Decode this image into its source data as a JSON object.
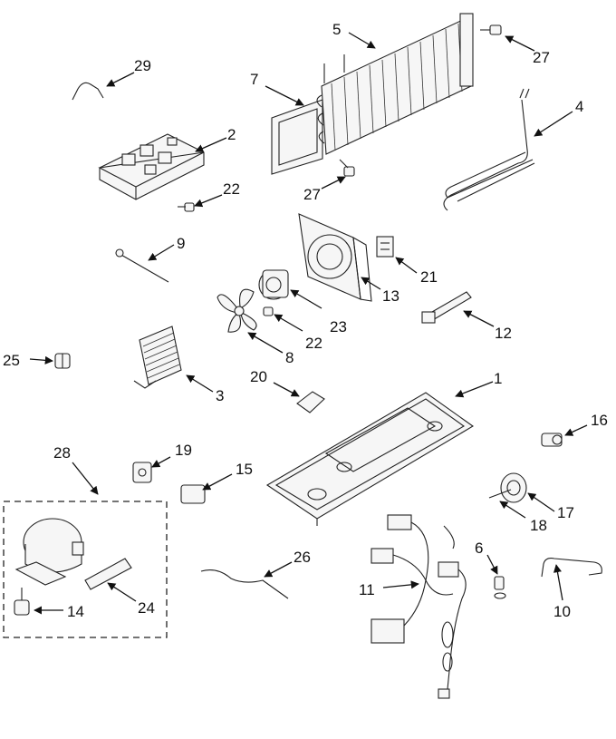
{
  "callouts": [
    {
      "id": "c1",
      "label": "1"
    },
    {
      "id": "c2",
      "label": "2"
    },
    {
      "id": "c3",
      "label": "3"
    },
    {
      "id": "c4",
      "label": "4"
    },
    {
      "id": "c5",
      "label": "5"
    },
    {
      "id": "c6",
      "label": "6"
    },
    {
      "id": "c7",
      "label": "7"
    },
    {
      "id": "c8",
      "label": "8"
    },
    {
      "id": "c9",
      "label": "9"
    },
    {
      "id": "c10",
      "label": "10"
    },
    {
      "id": "c11",
      "label": "11"
    },
    {
      "id": "c12",
      "label": "12"
    },
    {
      "id": "c13",
      "label": "13"
    },
    {
      "id": "c14",
      "label": "14"
    },
    {
      "id": "c15",
      "label": "15"
    },
    {
      "id": "c16",
      "label": "16"
    },
    {
      "id": "c17",
      "label": "17"
    },
    {
      "id": "c18",
      "label": "18"
    },
    {
      "id": "c19",
      "label": "19"
    },
    {
      "id": "c20",
      "label": "20"
    },
    {
      "id": "c21",
      "label": "21"
    },
    {
      "id": "c22a",
      "label": "22"
    },
    {
      "id": "c22b",
      "label": "22"
    },
    {
      "id": "c23",
      "label": "23"
    },
    {
      "id": "c24",
      "label": "24"
    },
    {
      "id": "c25",
      "label": "25"
    },
    {
      "id": "c26",
      "label": "26"
    },
    {
      "id": "c27a",
      "label": "27"
    },
    {
      "id": "c27b",
      "label": "27"
    },
    {
      "id": "c28",
      "label": "28"
    },
    {
      "id": "c29",
      "label": "29"
    }
  ]
}
